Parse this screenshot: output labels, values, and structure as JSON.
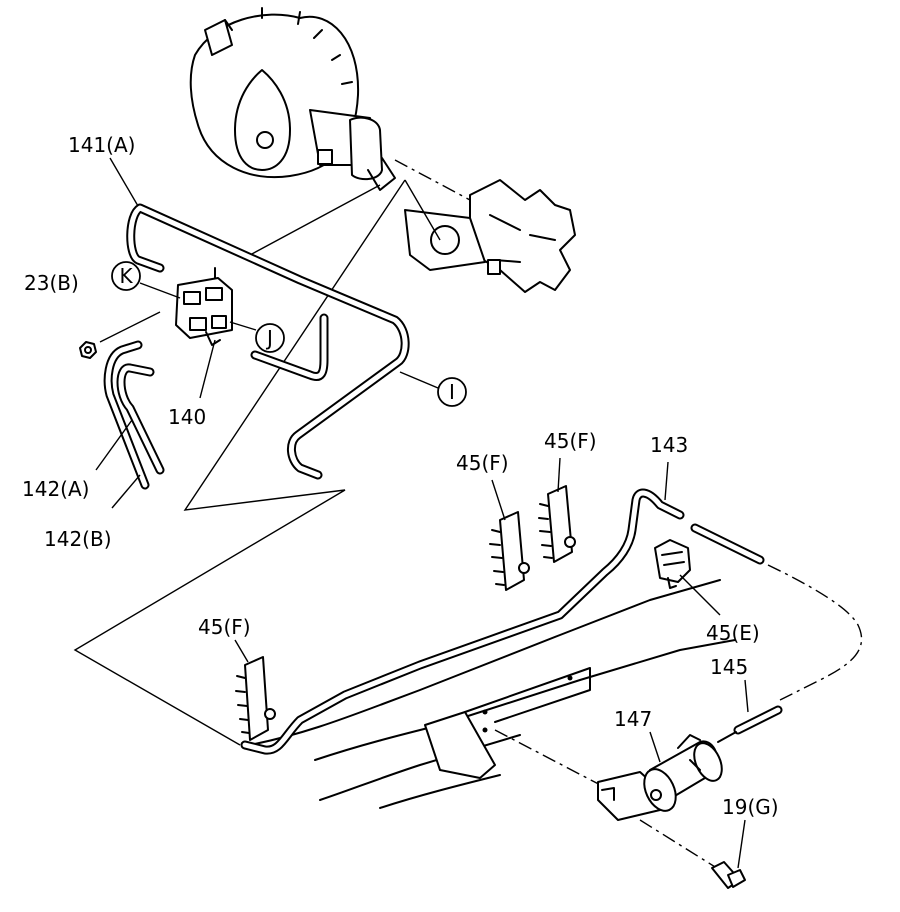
{
  "labels": {
    "l141a": "141(A)",
    "l23b": "23(B)",
    "lK": "K",
    "lJ": "J",
    "lI": "I",
    "l140": "140",
    "l142a": "142(A)",
    "l142b": "142(B)",
    "l45f_1": "45(F)",
    "l45f_2": "45(F)",
    "l143": "143",
    "l45f_3": "45(F)",
    "l45e": "45(E)",
    "l145": "145",
    "l147": "147",
    "l19g": "19(G)"
  }
}
